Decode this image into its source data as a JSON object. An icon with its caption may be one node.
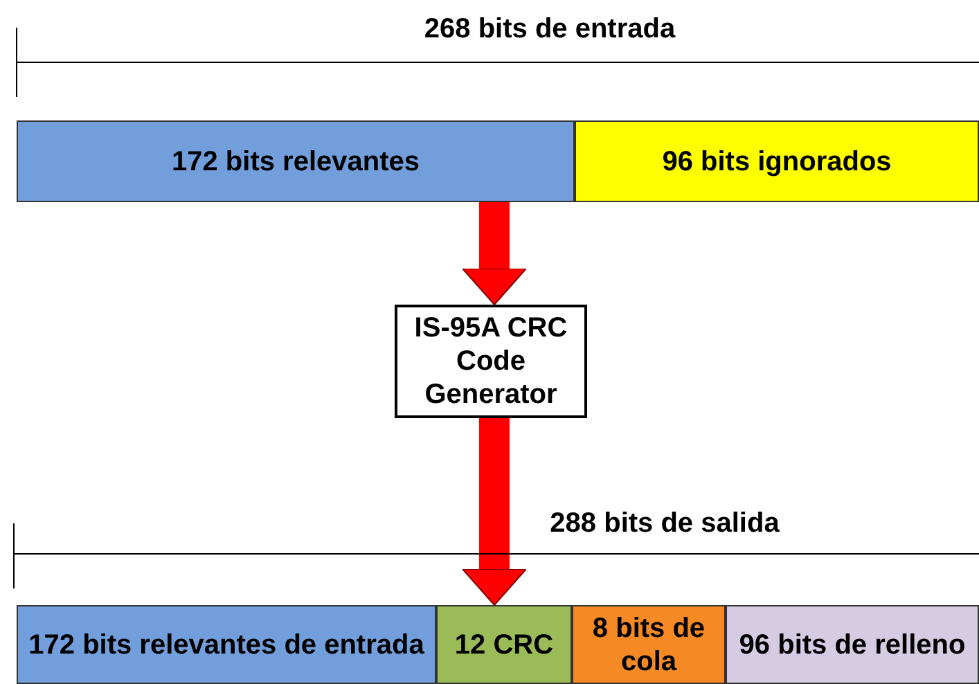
{
  "diagram": {
    "nodes": [
      {
        "text": [
          "172 bits relevantes"
        ]
      },
      {
        "text": [
          "96 bits ignorados"
        ]
      },
      {
        "text": [
          "IS-95A CRC Code Generator"
        ]
      },
      {
        "text": [
          "172 bits relevantes de entrada"
        ]
      },
      {
        "text": [
          "12 CRC"
        ]
      },
      {
        "text": [
          "8 bits de cola"
        ]
      },
      {
        "text": [
          "96 bits de relleno"
        ]
      }
    ],
    "edges": [
      {
        "from": 0,
        "to": 2,
        "arrow": "to",
        "color": "#ff0000"
      },
      {
        "from": 2,
        "to": 4,
        "arrow": "to",
        "color": "#ff0000"
      }
    ],
    "labels": [
      "268 bits de entrada",
      "288 bits de salida"
    ]
  }
}
